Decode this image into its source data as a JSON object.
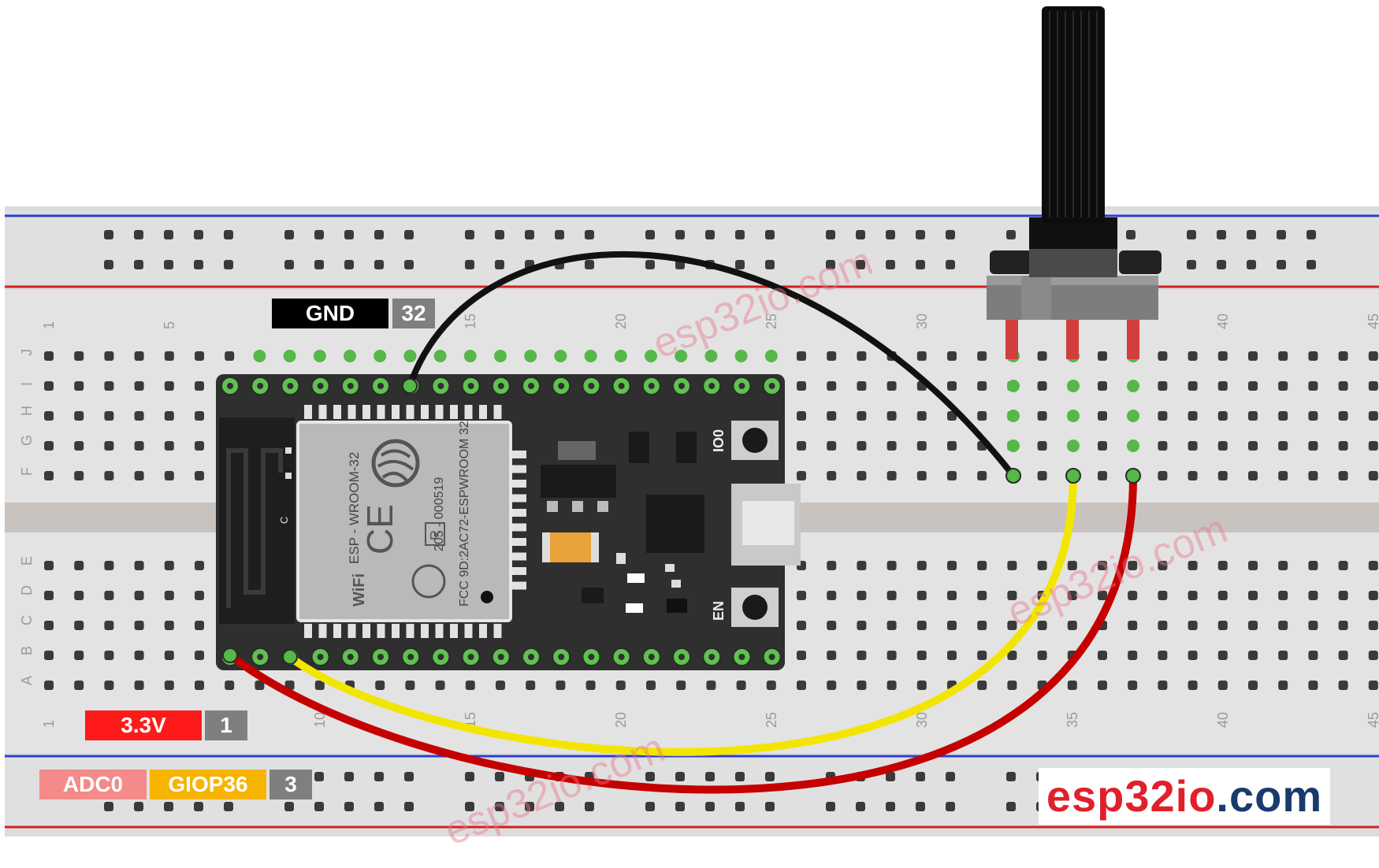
{
  "labels": {
    "gnd": "GND",
    "gnd_pin": "32",
    "v33": "3.3V",
    "v33_pin": "1",
    "adc": "ADC0",
    "gpio": "GIOP36",
    "gpio_pin": "3"
  },
  "breadboard": {
    "column_numbers": [
      "1",
      "5",
      "10",
      "15",
      "20",
      "25",
      "30",
      "35",
      "40",
      "45"
    ],
    "row_letters_top": [
      "J",
      "I",
      "H",
      "G",
      "F"
    ],
    "row_letters_bottom": [
      "E",
      "D",
      "C",
      "B",
      "A"
    ]
  },
  "module": {
    "shield_text": "ESP - WROOM-32",
    "fcc_text": "FCC 9D:2AC72-ESPWROOM 32",
    "code_text": "205 - 000519",
    "r_mark": "R",
    "wifi_mark": "WiFi",
    "antenna_label": "C",
    "io0_label": "IO0",
    "en_label": "EN",
    "ce_mark": "CE"
  },
  "logo": {
    "part1": "esp32io",
    "part2": ".com",
    "color1": "#e0202a",
    "color2": "#1a3a6e"
  },
  "watermark": "esp32io.com",
  "wires": {
    "gnd_color": "#111111",
    "signal_color": "#f2e600",
    "power_color": "#c40000"
  }
}
